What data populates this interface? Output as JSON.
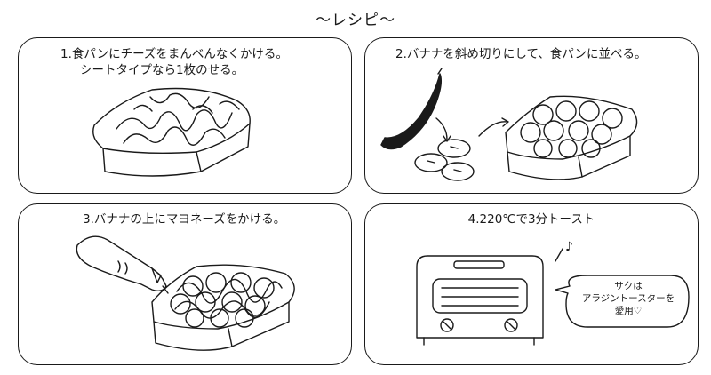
{
  "title": "〜レシピ〜",
  "steps": [
    {
      "number": "1.",
      "line1": "食パンにチーズをまんべんなくかける。",
      "line2": "シートタイプなら1枚のせる。"
    },
    {
      "number": "2.",
      "line1": "バナナを斜め切りにして、食パンに並べる。"
    },
    {
      "number": "3.",
      "line1": "バナナの上にマヨネーズをかける。"
    },
    {
      "number": "4.",
      "line1": "220℃で3分トースト"
    }
  ],
  "bubble": {
    "line1": "サクは",
    "line2": "アラジントースターを",
    "line3": "愛用♡"
  },
  "music_note": "♪",
  "ink_color": "#1a1a1a"
}
